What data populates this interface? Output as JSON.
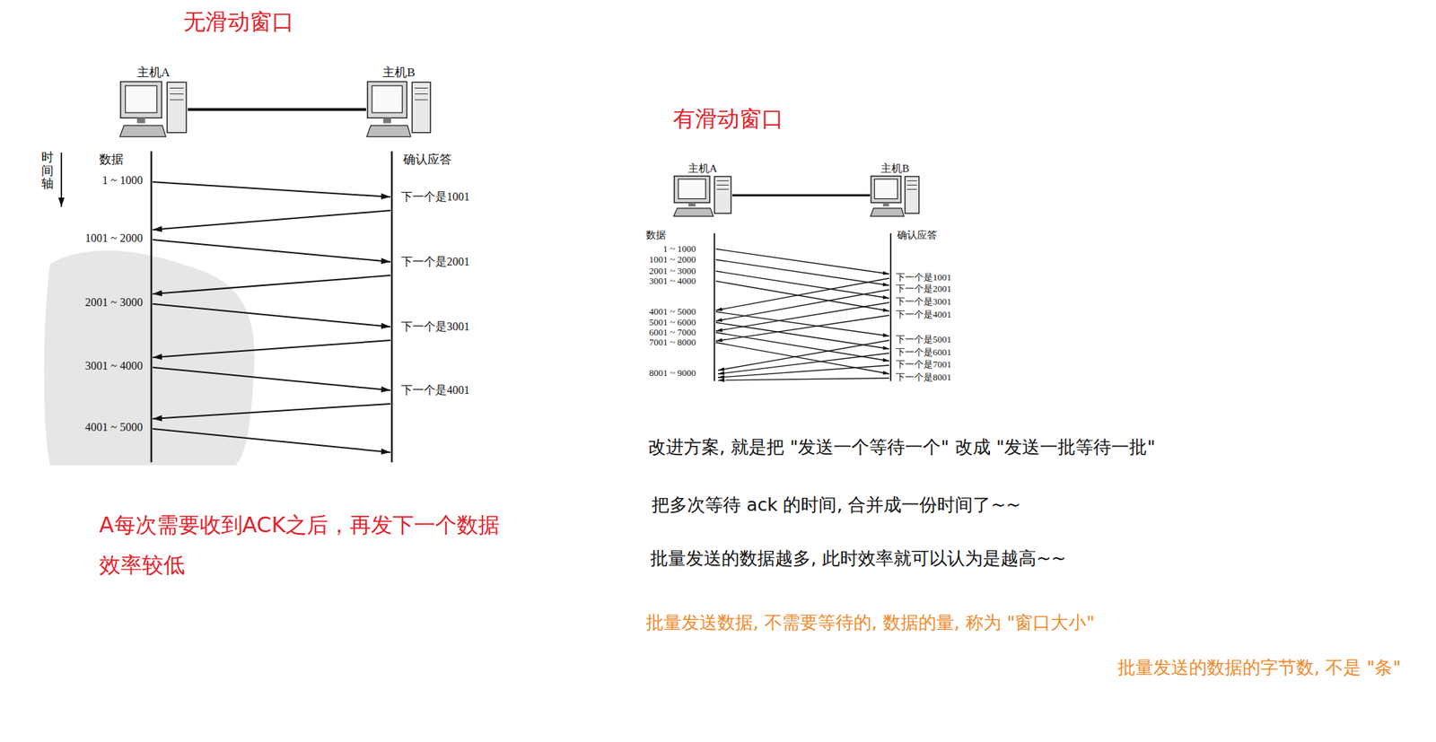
{
  "diagram": {
    "nodes": [
      {
        "text": [
          "主机A"
        ]
      },
      {
        "text": [
          "主机B"
        ]
      },
      {
        "text": [
          "主机A"
        ]
      },
      {
        "text": [
          "主机B"
        ]
      }
    ],
    "edges": [
      {
        "from": 0,
        "to": 1,
        "arrow": "none"
      },
      {
        "from": 2,
        "to": 3,
        "arrow": "none"
      }
    ],
    "labels": [
      "无滑动窗口",
      "时间轴",
      "数据",
      "1 ~ 1000",
      "1001 ~ 2000",
      "2001 ~ 3000",
      "3001 ~ 4000",
      "4001 ~ 5000",
      "确认应答",
      "下一个是1001",
      "下一个是2001",
      "下一个是3001",
      "下一个是4001",
      "A每次需要收到ACK之后，再发下一个数据 效率较低",
      "有滑动窗口",
      "数据",
      "1 ~ 1000",
      "1001 ~ 2000",
      "2001 ~ 3000",
      "3001 ~ 4000",
      "4001 ~ 5000",
      "5001 ~ 6000",
      "6001 ~ 7000",
      "7001 ~ 8000",
      "8001 ~ 9000",
      "确认应答",
      "下一个是1001",
      "下一个是2001",
      "下一个是3001",
      "下一个是4001",
      "下一个是5001",
      "下一个是6001",
      "下一个是7001",
      "下一个是8001",
      "改进方案, 就是把 \"发送一个等待一个\" 改成 \"发送一批等待一批\"",
      "把多次等待 ack 的时间, 合并成一份时间了~~",
      "批量发送的数据越多, 此时效率就可以认为是越高~~",
      "批量发送数据, 不需要等待的, 数据的量, 称为 \"窗口大小\"",
      "批量发送的数据的字节数, 不是 \"条\""
    ]
  }
}
